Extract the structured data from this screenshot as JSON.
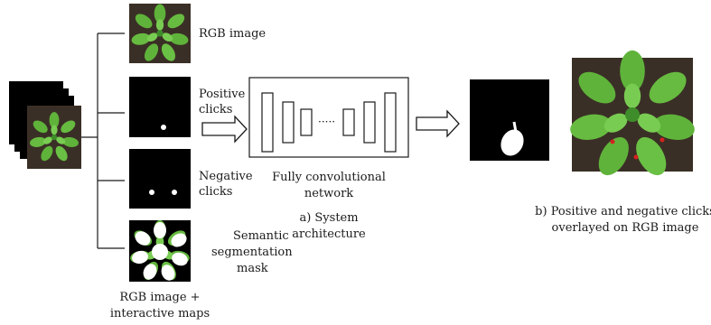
{
  "labels": {
    "rgb_image": "RGB image",
    "positive_clicks": [
      "Positive",
      "clicks"
    ],
    "negative_clicks": [
      "Negative",
      "clicks"
    ],
    "semantic_mask": [
      "Semantic",
      "segmentation",
      "mask"
    ],
    "input_stack": [
      "RGB image +",
      "interactive maps"
    ],
    "network": [
      "Fully convolutional",
      "network"
    ],
    "ellipsis": "·····",
    "caption_a": [
      "a) System",
      "architecture"
    ],
    "caption_b": [
      "b) Positive and negative clicks",
      "overlayed on RGB image"
    ]
  },
  "colors": {
    "plant_leaf": "#5fb33a",
    "plant_dark": "#3e8c2a",
    "soil": "#3a2f26",
    "map_background": "#000000",
    "mask_foreground": "#ffffff",
    "positive_click_overlay": "#d62020",
    "line": "#1a1a1a"
  }
}
